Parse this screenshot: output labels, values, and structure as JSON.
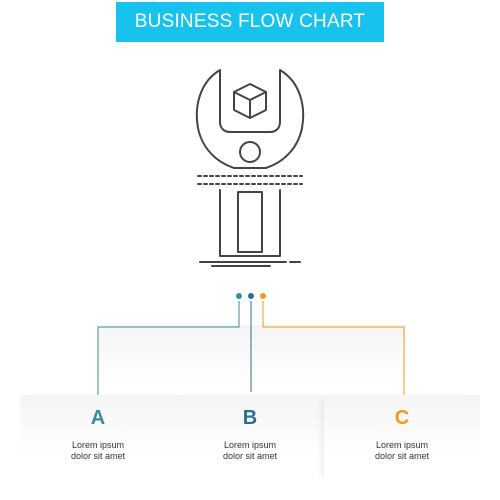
{
  "header": {
    "title": "BUSINESS FLOW CHART"
  },
  "icon": {
    "name": "wrench-box-icon"
  },
  "steps": [
    {
      "letter": "A",
      "text_line1": "Lorem ipsum",
      "text_line2": "dolor sit amet",
      "color": "#3d8a9c"
    },
    {
      "letter": "B",
      "text_line1": "Lorem ipsum",
      "text_line2": "dolor sit amet",
      "color": "#2a6f93"
    },
    {
      "letter": "C",
      "text_line1": "Lorem ipsum",
      "text_line2": "dolor sit amet",
      "color": "#f09a1e"
    }
  ],
  "colors": {
    "banner": "#17c3ec",
    "icon_stroke": "#444444"
  }
}
